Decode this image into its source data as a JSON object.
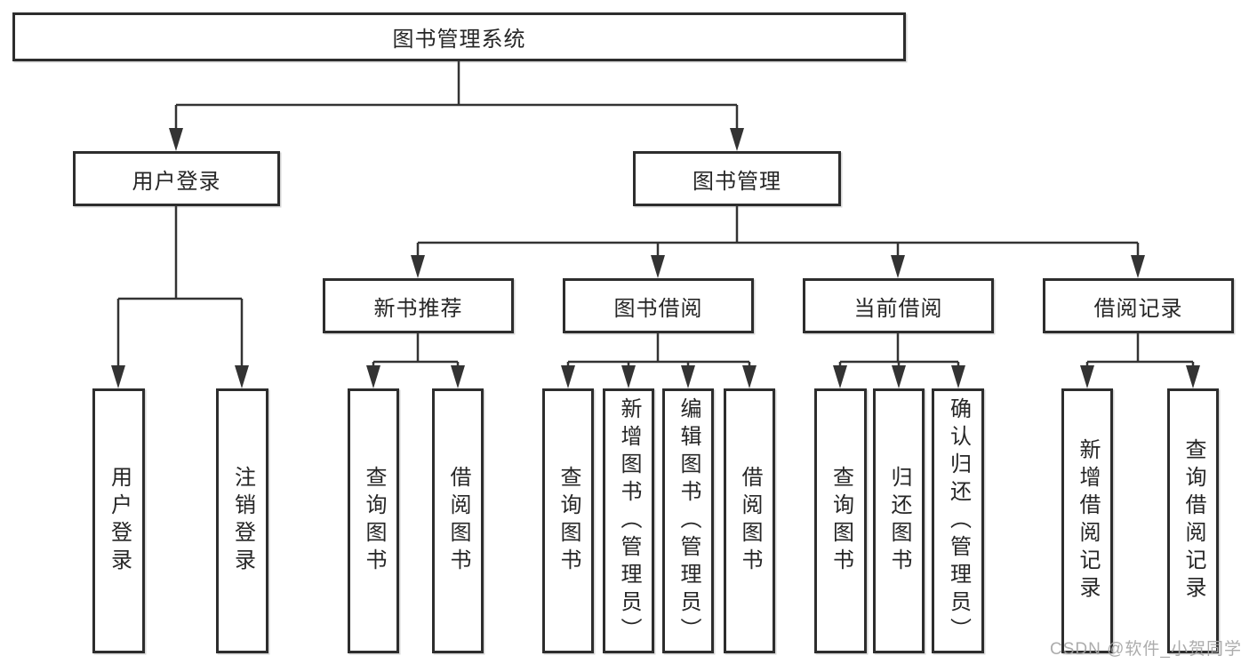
{
  "colors": {
    "background": "#ffffff",
    "line": "#333333",
    "box_border": "#2d2d2d",
    "text": "#262626",
    "watermark": "#a5a5a5"
  },
  "root": {
    "label": "图书管理系统"
  },
  "level2": [
    {
      "label": "用户登录",
      "children": [
        {
          "label": "用户登录"
        },
        {
          "label": "注销登录"
        }
      ]
    },
    {
      "label": "图书管理"
    }
  ],
  "level3": [
    {
      "label": "新书推荐",
      "children": [
        {
          "label": "查询图书"
        },
        {
          "label": "借阅图书"
        }
      ]
    },
    {
      "label": "图书借阅",
      "children": [
        {
          "label": "查询图书"
        },
        {
          "label": "新增图书（管理员）"
        },
        {
          "label": "编辑图书（管理员）"
        },
        {
          "label": "借阅图书"
        }
      ]
    },
    {
      "label": "当前借阅",
      "children": [
        {
          "label": "查询图书"
        },
        {
          "label": "归还图书"
        },
        {
          "label": "确认归还（管理员）"
        }
      ]
    },
    {
      "label": "借阅记录",
      "children": [
        {
          "label": "新增借阅记录"
        },
        {
          "label": "查询借阅记录"
        }
      ]
    }
  ],
  "watermark": {
    "text": "CSDN @软件_小贺同学"
  }
}
